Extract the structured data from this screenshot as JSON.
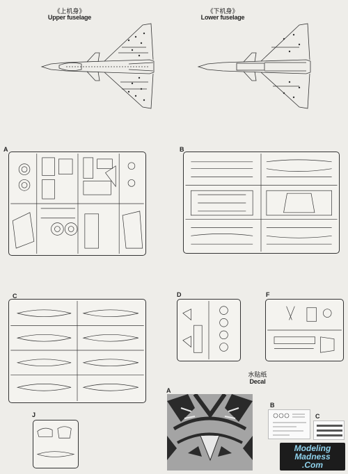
{
  "views": {
    "upper": {
      "cn": "《上机身》",
      "en": "Upper fuselage"
    },
    "lower": {
      "cn": "《下机身》",
      "en": "Lower fuselage"
    }
  },
  "sprues": {
    "A": "A",
    "B": "B",
    "C": "C",
    "D": "D",
    "F": "F",
    "J": "J"
  },
  "decal": {
    "cn": "水贴纸",
    "en": "Decal",
    "sheet_a": "A",
    "sheet_b": "B",
    "sheet_c": "C"
  },
  "watermark": {
    "line1": "Modeling",
    "line2": "Madness",
    "line3": ".Com"
  },
  "colors": {
    "line": "#333333",
    "paper": "#eeede9",
    "decal_dark": "#2a2a2a",
    "decal_grey": "#9a9a9a",
    "logo_text": "#8fd2ec"
  }
}
